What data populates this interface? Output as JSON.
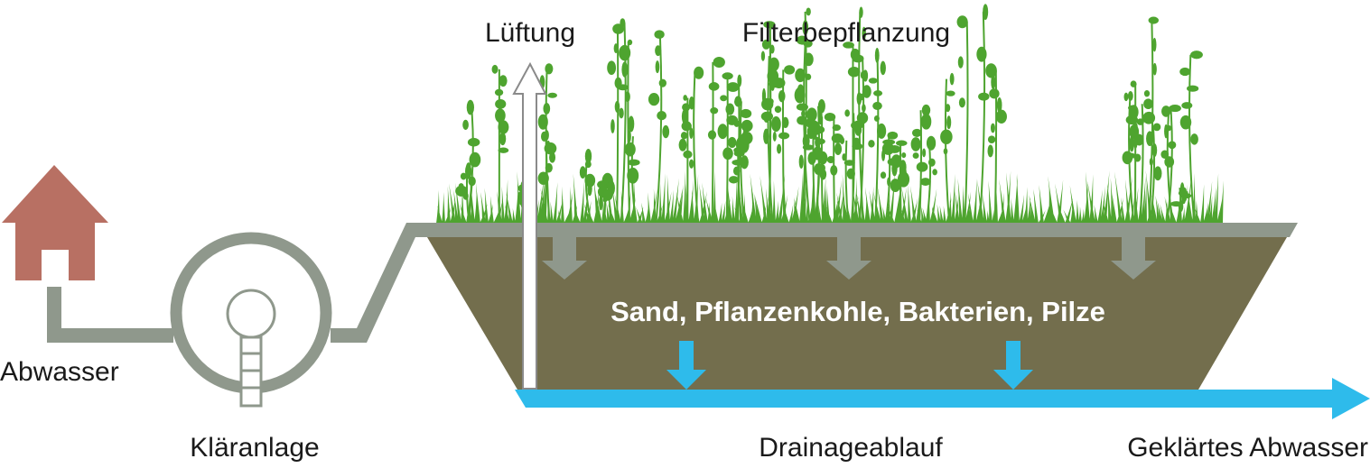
{
  "labels": {
    "ventilation": "Lüftung",
    "planting": "Filterbepflanzung",
    "filter_media": "Sand, Pflanzenkohle, Bakterien, Pilze",
    "wastewater": "Abwasser",
    "treatment_plant": "Kläranlage",
    "drainage": "Drainageablauf",
    "treated_water": "Geklärtes Abwasser"
  },
  "colors": {
    "house": "#b87063",
    "pipe": "#8f988c",
    "soil": "#736e4d",
    "water": "#2ebbeb",
    "plants": "#4ea42f",
    "vent_outline": "#8a8a8a"
  }
}
